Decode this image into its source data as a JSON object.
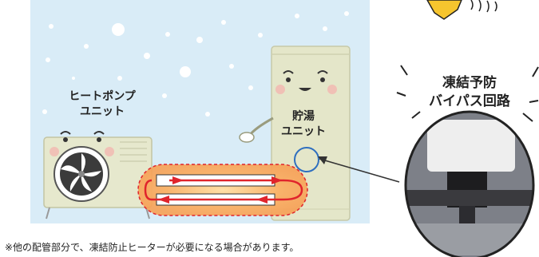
{
  "labels": {
    "heatpump_unit": "ヒートポンプ\nユニット",
    "hot_water_unit": "貯湯\nユニット",
    "bypass_circuit": "凍結予防\nバイパス回路"
  },
  "footnote": "※他の配管部分で、凍結防止ヒーターが必要になる場合があります。",
  "colors": {
    "sky": "#d9ecf7",
    "tank": "#e4e6c9",
    "heat_glow": "#f5a55a",
    "pipe_arrow": "#e0242c",
    "callout_circle": "#2f6fbf"
  },
  "icons": [
    "snowflake-icon",
    "fan-icon",
    "arrow-icon"
  ]
}
